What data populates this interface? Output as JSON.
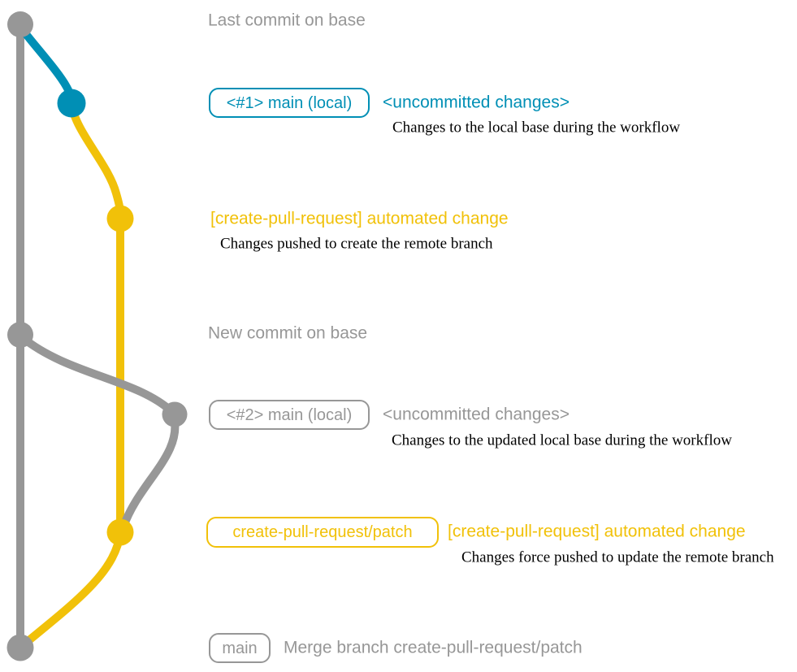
{
  "colors": {
    "gray": "#979797",
    "blue": "#008fb5",
    "yellow": "#f1c109",
    "description_text": "#000000",
    "background": "#ffffff"
  },
  "rows": {
    "last_commit": {
      "title": "Last commit on base"
    },
    "local_main_1": {
      "branch_label": "<#1> main (local)",
      "message": "<uncommitted changes>",
      "description": "Changes to the local base during the workflow"
    },
    "automated_change_1": {
      "message": "[create-pull-request] automated change",
      "description": "Changes pushed to create the remote branch"
    },
    "new_commit": {
      "title": "New commit on base"
    },
    "local_main_2": {
      "branch_label": "<#2> main (local)",
      "message": "<uncommitted changes>",
      "description": "Changes to the updated local base during the workflow"
    },
    "automated_change_2": {
      "branch_label": "create-pull-request/patch",
      "message": "[create-pull-request] automated change",
      "description": "Changes force pushed to update the remote branch"
    },
    "merge": {
      "branch_label": "main",
      "message": "Merge branch create-pull-request/patch"
    }
  }
}
